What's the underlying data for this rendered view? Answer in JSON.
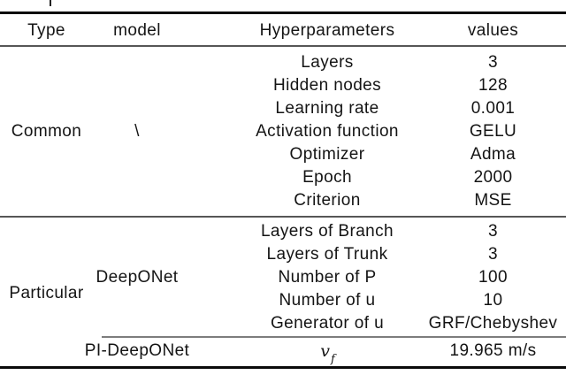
{
  "table": {
    "header": {
      "type": "Type",
      "model": "model",
      "hyperparameters": "Hyperparameters",
      "values": "values"
    },
    "sections": {
      "common": {
        "type_label": "Common",
        "model_label": "\\",
        "rows": [
          {
            "param": "Layers",
            "value": "3"
          },
          {
            "param": "Hidden nodes",
            "value": "128"
          },
          {
            "param": "Learning rate",
            "value": "0.001"
          },
          {
            "param": "Activation function",
            "value": "GELU"
          },
          {
            "param": "Optimizer",
            "value": "Adma"
          },
          {
            "param": "Epoch",
            "value": "2000"
          },
          {
            "param": "Criterion",
            "value": "MSE"
          }
        ]
      },
      "particular": {
        "type_label": "Particular",
        "model_label": "DeepONet",
        "rows": [
          {
            "param": "Layers of Branch",
            "value": "3"
          },
          {
            "param": "Layers of Trunk",
            "value": "3"
          },
          {
            "param": "Number of P",
            "value": "100"
          },
          {
            "param": "Number of u",
            "value": "10"
          },
          {
            "param": "Generator of u",
            "value": "GRF/Chebyshev"
          }
        ],
        "footer": {
          "model_label": "PI-DeepONet",
          "param_variable": "v",
          "param_subscript": "f",
          "value": "19.965 m/s"
        }
      }
    }
  }
}
